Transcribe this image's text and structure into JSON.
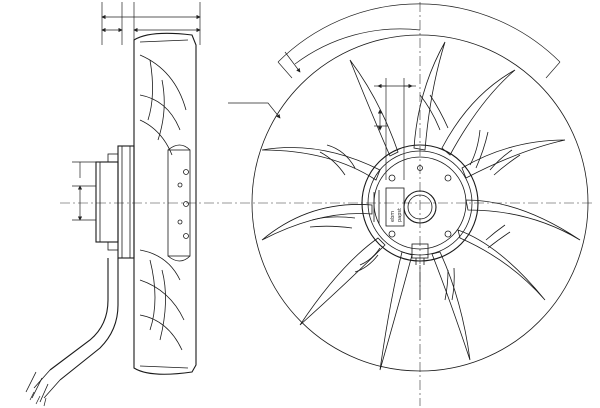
{
  "title": "",
  "side_view": {
    "component": "fan-side-view"
  },
  "front_view": {
    "component": "fan-front-view",
    "blade_count": 11
  },
  "hub_label": {
    "lines": [
      "ebm",
      "papst"
    ]
  }
}
